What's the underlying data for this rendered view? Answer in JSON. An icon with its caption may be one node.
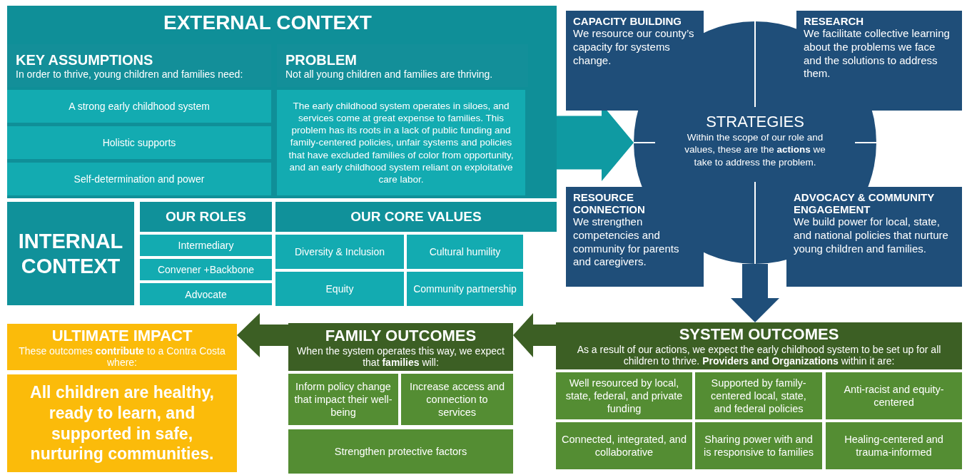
{
  "diagram": {
    "nodes": [
      {
        "text": [
          "EXTERNAL CONTEXT"
        ]
      },
      {
        "text": [
          "KEY ASSUMPTIONS",
          "In order to thrive, young children and families need:"
        ],
        "in": 0
      },
      {
        "text": [
          "A strong early childhood system"
        ],
        "in": 0
      },
      {
        "text": [
          "Holistic supports"
        ],
        "in": 0
      },
      {
        "text": [
          "Self-determination and power"
        ],
        "in": 0
      },
      {
        "text": [
          "PROBLEM",
          "Not all young children and families are thriving."
        ],
        "in": 0
      },
      {
        "text": [
          "The early childhood system operates in siloes, and services come at great expense to families. This problem has its roots in a lack of public funding and family-centered policies, unfair systems and policies that have excluded families of color from opportunity, and an early childhood system reliant on exploitative care labor."
        ],
        "in": 0
      },
      {
        "text": [
          "STRATEGIES",
          "Within the scope of our role and values, these are the **actions** we take to address the problem."
        ]
      },
      {
        "text": [
          "CAPACITY BUILDING",
          "We resource our county’s capacity for systems change."
        ]
      },
      {
        "text": [
          "RESEARCH",
          "We facilitate collective learning about the problems we face and the solutions to address them."
        ]
      },
      {
        "text": [
          "RESOURCE CONNECTION",
          "We strengthen competencies and community for parents and caregivers."
        ]
      },
      {
        "text": [
          "ADVOCACY & COMMUNITY ENGAGEMENT",
          "We build power for local, state, and national policies that nurture young children and families."
        ]
      },
      {
        "text": [
          "INTERNAL CONTEXT"
        ]
      },
      {
        "text": [
          "OUR ROLES"
        ]
      },
      {
        "text": [
          "Intermediary"
        ]
      },
      {
        "text": [
          "Convener +Backbone"
        ]
      },
      {
        "text": [
          "Advocate"
        ]
      },
      {
        "text": [
          "OUR CORE VALUES"
        ]
      },
      {
        "text": [
          "Diversity & Inclusion"
        ]
      },
      {
        "text": [
          "Cultural humility"
        ]
      },
      {
        "text": [
          "Equity"
        ]
      },
      {
        "text": [
          "Community partnership"
        ]
      },
      {
        "text": [
          "SYSTEM OUTCOMES",
          "As a result of our actions, we expect the early childhood system to be set up for all children to thrive. **Providers and Organizations** within it are:"
        ]
      },
      {
        "text": [
          "Well resourced by local, state, federal, and private funding"
        ]
      },
      {
        "text": [
          "Supported by family-centered local, state, and federal policies"
        ]
      },
      {
        "text": [
          "Anti-racist and equity-centered"
        ]
      },
      {
        "text": [
          "Connected, integrated, and collaborative"
        ]
      },
      {
        "text": [
          "Sharing power with and is responsive to families"
        ]
      },
      {
        "text": [
          "Healing-centered and trauma-informed"
        ]
      },
      {
        "text": [
          "FAMILY OUTCOMES",
          "When the system operates this way, we expect that **families** will:"
        ]
      },
      {
        "text": [
          "Inform policy change that impact their well-being"
        ]
      },
      {
        "text": [
          "Increase access and connection to services"
        ]
      },
      {
        "text": [
          "Strengthen protective factors"
        ]
      },
      {
        "text": [
          "ULTIMATE IMPACT",
          "These outcomes **contribute** to a Contra Costa where:"
        ]
      },
      {
        "text": [
          "All children are healthy, ready to learn, and supported in safe, nurturing communities."
        ]
      }
    ],
    "edges": [
      {
        "from": 0,
        "to": 7,
        "arrow": "to",
        "color": "#0f9aa2"
      },
      {
        "from": 7,
        "to": 22,
        "arrow": "to",
        "color": "#1f4e79"
      },
      {
        "from": 22,
        "to": 29,
        "arrow": "to"
      },
      {
        "from": 29,
        "to": 33,
        "arrow": "to"
      }
    ]
  }
}
